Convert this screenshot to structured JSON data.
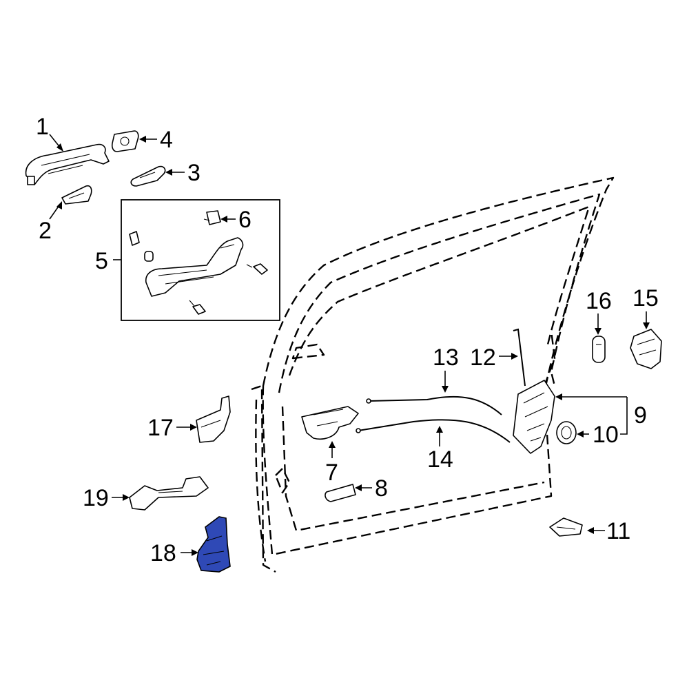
{
  "callouts": {
    "c1": "1",
    "c2": "2",
    "c3": "3",
    "c4": "4",
    "c5": "5",
    "c6": "6",
    "c7": "7",
    "c8": "8",
    "c9": "9",
    "c10": "10",
    "c11": "11",
    "c12": "12",
    "c13": "13",
    "c14": "14",
    "c15": "15",
    "c16": "16",
    "c17": "17",
    "c18": "18",
    "c19": "19"
  },
  "colors": {
    "highlight": "#2f49b6",
    "line": "#000000",
    "background": "#ffffff"
  }
}
